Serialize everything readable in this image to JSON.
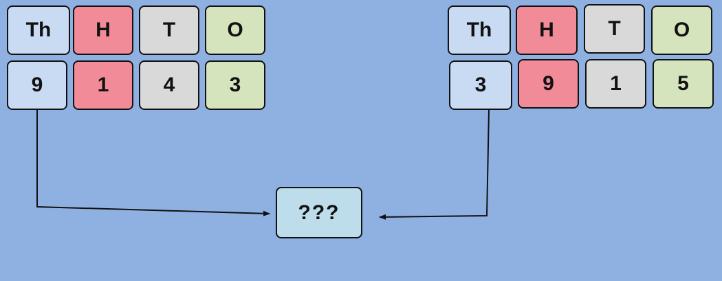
{
  "left_table": {
    "headers": [
      "Th",
      "H",
      "T",
      "O"
    ],
    "digits": [
      "9",
      "1",
      "4",
      "3"
    ]
  },
  "right_table": {
    "headers": [
      "Th",
      "H",
      "T",
      "O"
    ],
    "digits": [
      "3",
      "9",
      "1",
      "5"
    ]
  },
  "result": {
    "label": "???"
  },
  "colors": {
    "background": "#8eb1e1",
    "thousands": "#c9daf3",
    "hundreds": "#f28b98",
    "tens": "#d9d9d9",
    "ones": "#d6e4bd",
    "result": "#bcdde9"
  }
}
